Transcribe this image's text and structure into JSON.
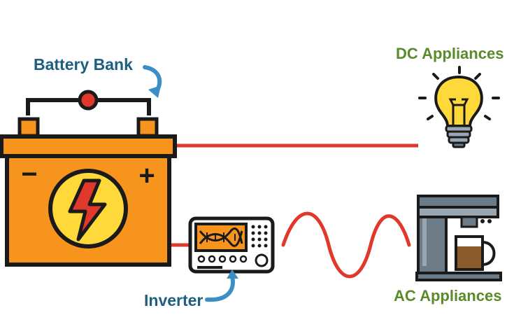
{
  "labels": {
    "battery_bank": "Battery Bank",
    "dc_appliances": "DC Appliances",
    "inverter": "Inverter",
    "ac_appliances": "AC Appliances"
  },
  "battery": {
    "minus": "−",
    "plus": "+"
  },
  "colors": {
    "label_blue": "#1e5f80",
    "label_green": "#5a8a2a",
    "wire_red": "#e0392b",
    "battery_orange": "#f7941d",
    "outline": "#1a1a1a",
    "bulb_yellow": "#ffd83a",
    "coffee_brown": "#8b5a2b",
    "machine_gray": "#6b7c88",
    "arrow_blue": "#3b8fc4"
  },
  "icons": [
    "battery-icon",
    "lightning-icon",
    "light-bulb-icon",
    "inverter-icon",
    "coffee-machine-icon",
    "curved-arrow-icon",
    "ac-wave-icon"
  ]
}
